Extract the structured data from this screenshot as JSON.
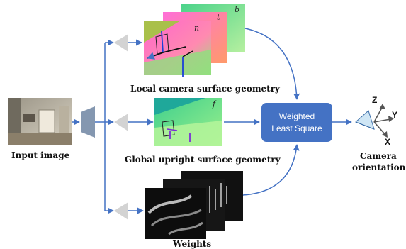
{
  "labels": {
    "input_image": "Input image",
    "local_geometry": "Local camera surface geometry",
    "global_geometry": "Global upright surface geometry",
    "weights": "Weights",
    "camera_line1": "Camera",
    "camera_line2": "orientation"
  },
  "solver": {
    "line1": "Weighted",
    "line2": "Least Square"
  },
  "axes": {
    "z": "Z",
    "y": "Y",
    "x": "X"
  },
  "map_glyphs": {
    "b": "b",
    "t": "t",
    "n": "n",
    "f": "f"
  },
  "colors": {
    "arrow_blue": "#4472c4",
    "network_gray": "#d3d3d3",
    "encoder_slate": "#8497b0"
  }
}
